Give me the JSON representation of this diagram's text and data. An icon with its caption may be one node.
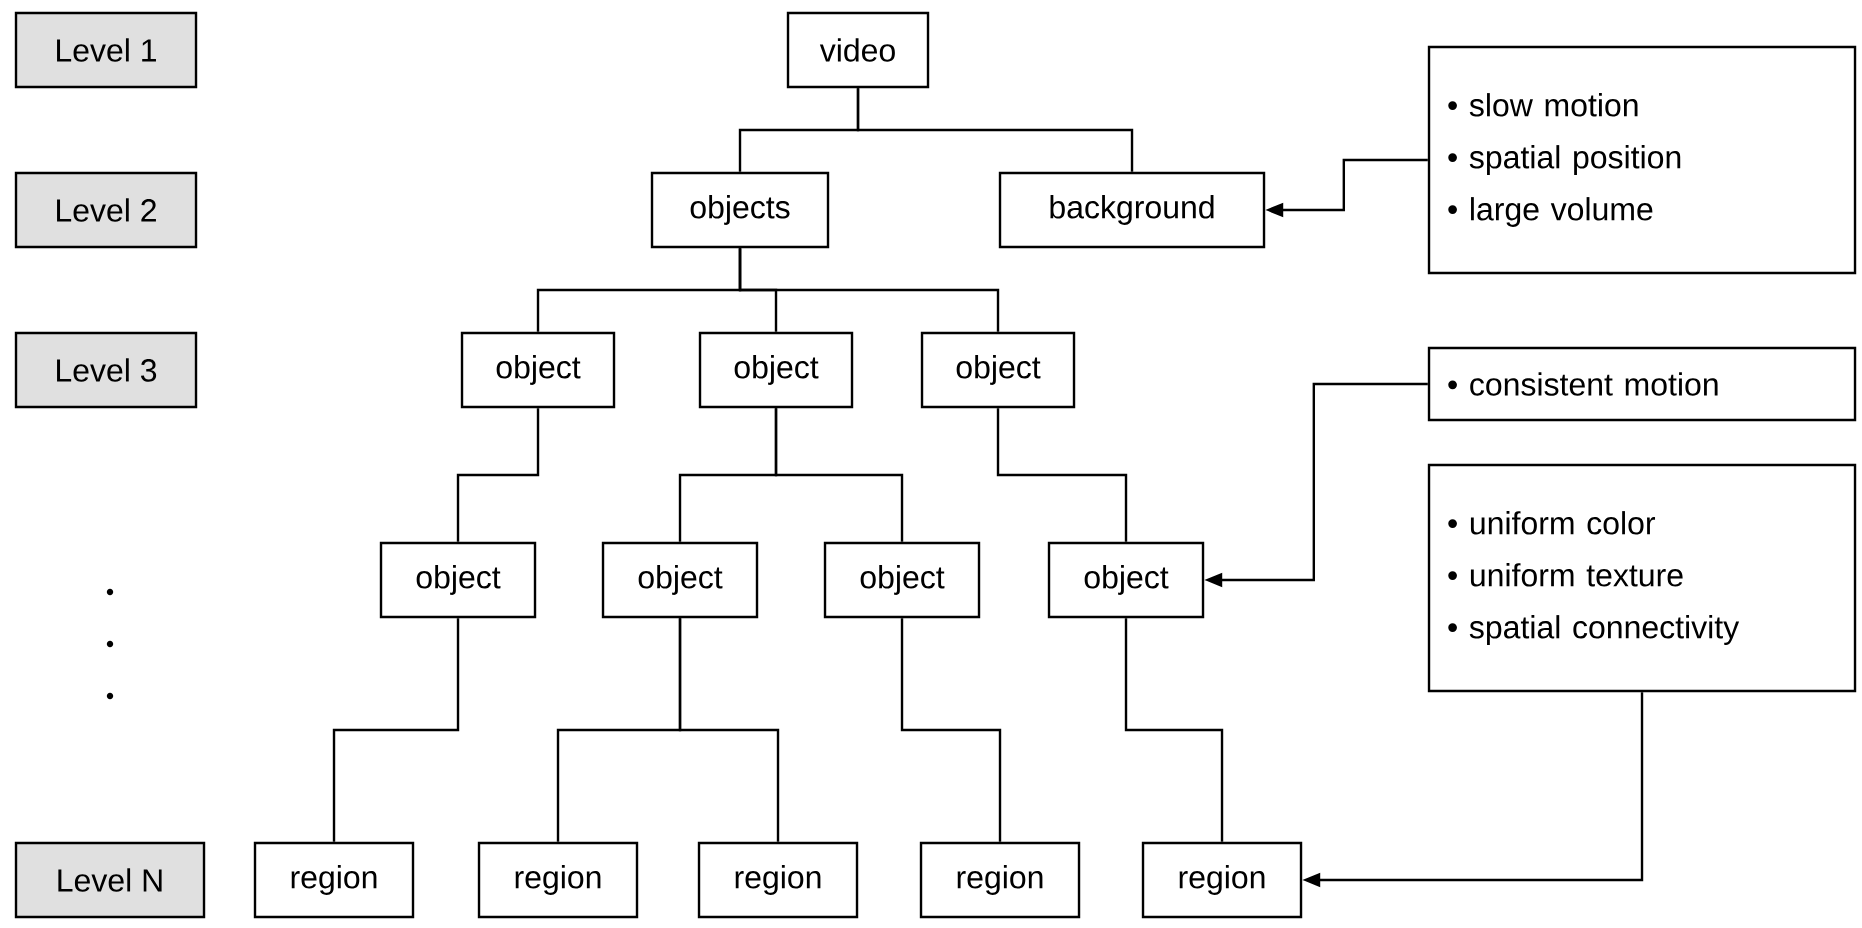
{
  "diagram": {
    "nodes": [
      {
        "text": [
          "Level 1"
        ]
      },
      {
        "text": [
          "Level 2"
        ]
      },
      {
        "text": [
          "Level 3"
        ]
      },
      {
        "text": [
          "Level N"
        ]
      },
      {
        "text": [
          "video"
        ]
      },
      {
        "text": [
          "objects"
        ]
      },
      {
        "text": [
          "background"
        ]
      },
      {
        "text": [
          "object"
        ]
      },
      {
        "text": [
          "object"
        ]
      },
      {
        "text": [
          "object"
        ]
      },
      {
        "text": [
          "object"
        ]
      },
      {
        "text": [
          "object"
        ]
      },
      {
        "text": [
          "object"
        ]
      },
      {
        "text": [
          "object"
        ]
      },
      {
        "text": [
          "region"
        ]
      },
      {
        "text": [
          "region"
        ]
      },
      {
        "text": [
          "region"
        ]
      },
      {
        "text": [
          "region"
        ]
      },
      {
        "text": [
          "region"
        ]
      },
      {
        "text": [
          "• slow motion",
          "• spatial position",
          "• large volume"
        ]
      },
      {
        "text": [
          "• consistent motion"
        ]
      },
      {
        "text": [
          "• uniform color",
          "• uniform texture",
          "• spatial connectivity"
        ]
      }
    ],
    "edges": [
      {
        "from": 4,
        "to": 5,
        "arrow": "none"
      },
      {
        "from": 4,
        "to": 6,
        "arrow": "none"
      },
      {
        "from": 5,
        "to": 7,
        "arrow": "none"
      },
      {
        "from": 5,
        "to": 8,
        "arrow": "none"
      },
      {
        "from": 5,
        "to": 9,
        "arrow": "none"
      },
      {
        "from": 7,
        "to": 10,
        "arrow": "none"
      },
      {
        "from": 8,
        "to": 11,
        "arrow": "none"
      },
      {
        "from": 8,
        "to": 12,
        "arrow": "none"
      },
      {
        "from": 9,
        "to": 13,
        "arrow": "none"
      },
      {
        "from": 10,
        "to": 14,
        "arrow": "none"
      },
      {
        "from": 11,
        "to": 15,
        "arrow": "none"
      },
      {
        "from": 11,
        "to": 16,
        "arrow": "none"
      },
      {
        "from": 12,
        "to": 17,
        "arrow": "none"
      },
      {
        "from": 13,
        "to": 18,
        "arrow": "none"
      },
      {
        "from": 19,
        "to": 6,
        "arrow": "to"
      },
      {
        "from": 20,
        "to": 13,
        "arrow": "to"
      },
      {
        "from": 21,
        "to": 18,
        "arrow": "to"
      }
    ]
  }
}
